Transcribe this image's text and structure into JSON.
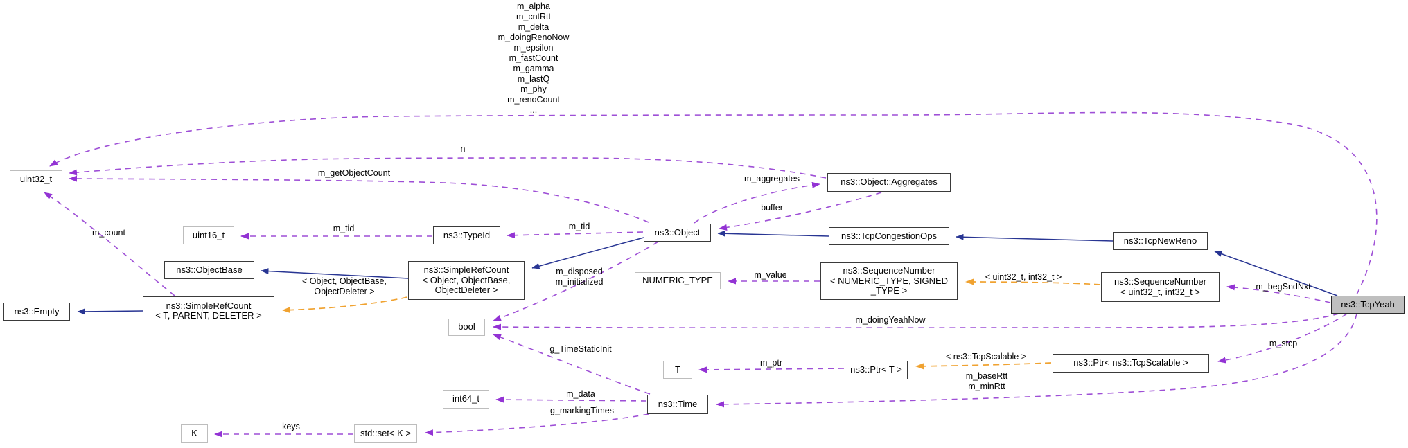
{
  "diagram": {
    "kind": "collaboration-graph",
    "highlighted_node": "ns3::TcpYeah",
    "colors": {
      "inheritance_edge": "#283593",
      "usage_edge": "#9e4fd6",
      "template_edge": "#f0a230",
      "highlight_fill": "#bfbfbf"
    },
    "nodes": {
      "uint32": {
        "label": "uint32_t"
      },
      "uint16": {
        "label": "uint16_t"
      },
      "objectbase": {
        "label": "ns3::ObjectBase"
      },
      "empty": {
        "label": "ns3::Empty"
      },
      "src_generic": {
        "label": "ns3::SimpleRefCount\n< T, PARENT, DELETER >"
      },
      "typeid": {
        "label": "ns3::TypeId"
      },
      "src_object": {
        "label": "ns3::SimpleRefCount\n< Object, ObjectBase,\nObjectDeleter >"
      },
      "object": {
        "label": "ns3::Object"
      },
      "aggregates": {
        "label": "ns3::Object::Aggregates"
      },
      "tcpcongestionops": {
        "label": "ns3::TcpCongestionOps"
      },
      "tcpnewreno": {
        "label": "ns3::TcpNewReno"
      },
      "numeric_type": {
        "label": "NUMERIC_TYPE"
      },
      "seqnum_generic": {
        "label": "ns3::SequenceNumber\n< NUMERIC_TYPE, SIGNED\n_TYPE >"
      },
      "seqnum_uint32": {
        "label": "ns3::SequenceNumber\n< uint32_t, int32_t >"
      },
      "tcpyeah": {
        "label": "ns3::TcpYeah"
      },
      "bool": {
        "label": "bool"
      },
      "t": {
        "label": "T"
      },
      "ptr_t": {
        "label": "ns3::Ptr< T >"
      },
      "ptr_tcpscalable": {
        "label": "ns3::Ptr< ns3::TcpScalable >"
      },
      "int64": {
        "label": "int64_t"
      },
      "time": {
        "label": "ns3::Time"
      },
      "k": {
        "label": "K"
      },
      "set_k": {
        "label": "std::set< K >"
      }
    },
    "edge_labels": {
      "yeah_members": "m_alpha\nm_cntRtt\nm_delta\nm_doingRenoNow\nm_epsilon\nm_fastCount\nm_gamma\nm_lastQ\nm_phy\nm_renoCount\n...",
      "n": "n",
      "m_getObjectCount": "m_getObjectCount",
      "m_count": "m_count",
      "m_tid_left": "m_tid",
      "m_tid_right": "m_tid",
      "m_aggregates": "m_aggregates",
      "buffer": "buffer",
      "m_disposed_initialized": "m_disposed\nm_initialized",
      "m_value": "m_value",
      "tmpl_seqnum": "< uint32_t, int32_t >",
      "m_begSndNxt": "m_begSndNxt",
      "m_doingYeahNow": "m_doingYeahNow",
      "m_stcp": "m_stcp",
      "tmpl_ptr": "< ns3::TcpScalable >",
      "m_baseRtt_minRtt": "m_baseRtt\nm_minRtt",
      "m_ptr": "m_ptr",
      "g_TimeStaticInit": "g_TimeStaticInit",
      "m_data": "m_data",
      "g_markingTimes": "g_markingTimes",
      "keys": "keys",
      "tmpl_src": "< Object, ObjectBase,\nObjectDeleter >"
    }
  }
}
